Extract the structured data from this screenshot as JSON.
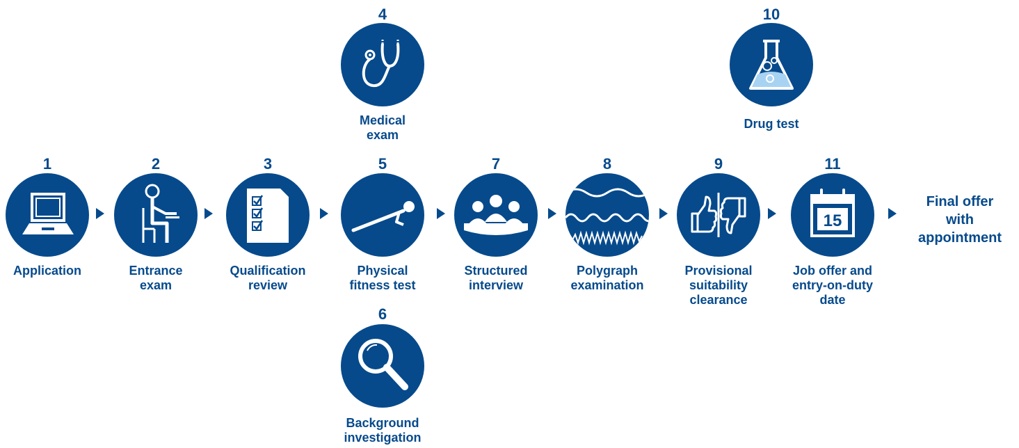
{
  "colors": {
    "primary": "#064a8c",
    "icon_fill": "#ffffff",
    "flask_liquid": "#a8d2f2"
  },
  "steps": [
    {
      "number": "1",
      "label": "Application",
      "icon": "laptop-icon"
    },
    {
      "number": "2",
      "label": "Entrance\nexam",
      "icon": "seated-person-icon"
    },
    {
      "number": "3",
      "label": "Qualification\nreview",
      "icon": "checklist-icon"
    },
    {
      "number": "4",
      "label": "Medical\nexam",
      "icon": "stethoscope-icon"
    },
    {
      "number": "5",
      "label": "Physical\nfitness test",
      "icon": "push-up-icon"
    },
    {
      "number": "6",
      "label": "Background\ninvestigation",
      "icon": "magnifier-icon"
    },
    {
      "number": "7",
      "label": "Structured\ninterview",
      "icon": "interview-panel-icon"
    },
    {
      "number": "8",
      "label": "Polygraph\nexamination",
      "icon": "polygraph-waves-icon"
    },
    {
      "number": "9",
      "label": "Provisional\nsuitability\nclearance",
      "icon": "thumbs-up-down-icon"
    },
    {
      "number": "10",
      "label": "Drug test",
      "icon": "flask-icon"
    },
    {
      "number": "11",
      "label": "Job offer and\nentry-on-duty\ndate",
      "icon": "calendar-icon",
      "calendar_day": "15"
    }
  ],
  "final_label": "Final offer\nwith\nappointment"
}
